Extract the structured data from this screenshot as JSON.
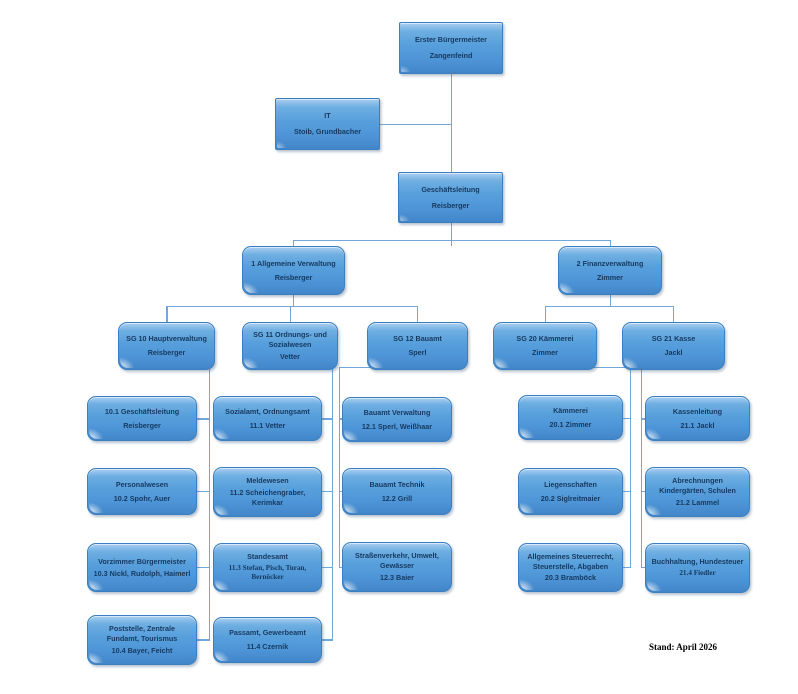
{
  "footer": {
    "stand_label": "Stand: April 2026"
  },
  "colors": {
    "box_fill": "#58a0dc",
    "box_fill_light": "#aacff1",
    "box_border": "#3b7fc0",
    "connector": "#72a7dc",
    "text": "#16395f"
  },
  "nodes": {
    "buergermeister": {
      "title": "Erster Bürgermeister",
      "names": "Zangenfeind",
      "parent": null
    },
    "it": {
      "title": "IT",
      "names": "Stoib, Grundbacher",
      "parent": "buergermeister"
    },
    "geschaeftsleitung": {
      "title": "Geschäftsleitung",
      "names": "Reisberger",
      "parent": "buergermeister"
    },
    "abt1": {
      "title": "1 Allgemeine Verwaltung",
      "names": "Reisberger",
      "parent": "geschaeftsleitung"
    },
    "abt2": {
      "title": "2 Finanzverwaltung",
      "names": "Zimmer",
      "parent": "geschaeftsleitung"
    },
    "sg10": {
      "title": "SG 10 Hauptverwaltung",
      "names": "Reisberger",
      "parent": "abt1"
    },
    "sg11": {
      "title": "SG 11 Ordnungs- und Sozialwesen",
      "names": "Vetter",
      "parent": "abt1"
    },
    "sg12": {
      "title": "SG 12 Bauamt",
      "names": "Sperl",
      "parent": "abt1"
    },
    "sg20": {
      "title": "SG 20 Kämmerei",
      "names": "Zimmer",
      "parent": "abt2"
    },
    "sg21": {
      "title": "SG 21 Kasse",
      "names": "Jackl",
      "parent": "abt2"
    },
    "c1a": {
      "title": "10.1 Geschäftsleitung",
      "names": "Reisberger",
      "parent": "sg10"
    },
    "c1b": {
      "title": "Personalwesen",
      "names": "10.2 Spohr, Auer",
      "parent": "sg10"
    },
    "c1c": {
      "title": "Vorzimmer Bürgermeister",
      "names": "10.3 Nickl, Rudolph, Haimerl",
      "parent": "sg10"
    },
    "c1d": {
      "title": "Poststelle, Zentrale Fundamt, Tourismus",
      "names": "10.4 Bayer, Feicht",
      "parent": "sg10"
    },
    "c2a": {
      "title": "Sozialamt, Ordnungsamt",
      "names": "11.1 Vetter",
      "parent": "sg11"
    },
    "c2b": {
      "title": "Meldewesen",
      "names": "11.2 Scheichengraber, Kerimkar",
      "parent": "sg11"
    },
    "c2c": {
      "title": "Standesamt",
      "names": "11.3 Stefan, Pisch, Turan, Bernöcker",
      "parent": "sg11"
    },
    "c2d": {
      "title": "Passamt, Gewerbeamt",
      "names": "11.4 Czernik",
      "parent": "sg11"
    },
    "c3a": {
      "title": "Bauamt Verwaltung",
      "names": "12.1 Sperl, Weißhaar",
      "parent": "sg12"
    },
    "c3b": {
      "title": "Bauamt Technik",
      "names": "12.2 Grill",
      "parent": "sg12"
    },
    "c3c": {
      "title": "Straßenverkehr, Umwelt, Gewässer",
      "names": "12.3 Baier",
      "parent": "sg12"
    },
    "c4a": {
      "title": "Kämmerei",
      "names": "20.1 Zimmer",
      "parent": "sg20"
    },
    "c4b": {
      "title": "Liegenschaften",
      "names": "20.2 Siglreitmaier",
      "parent": "sg20"
    },
    "c4c": {
      "title": "Allgemeines Steuerrecht, Steuerstelle, Abgaben",
      "names": "20.3 Bramböck",
      "parent": "sg20"
    },
    "c5a": {
      "title": "Kassenleitung",
      "names": "21.1 Jackl",
      "parent": "sg21"
    },
    "c5b": {
      "title": "Abrechnungen Kindergärten, Schulen",
      "names": "21.2 Lammel",
      "parent": "sg21"
    },
    "c5c": {
      "title": "Buchhaltung, Hundesteuer",
      "names": "21.4 Fiedler",
      "parent": "sg21"
    }
  }
}
